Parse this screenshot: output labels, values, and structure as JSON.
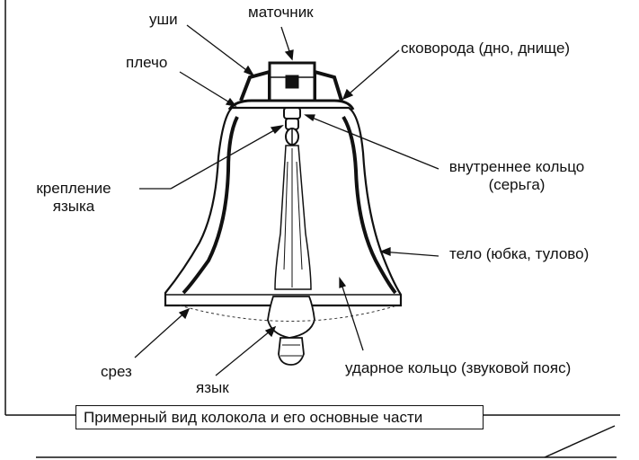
{
  "labels": {
    "ushi": "уши",
    "matochnik": "маточник",
    "plecho": "плечо",
    "skovoroda": "сковорода (дно, днище)",
    "kreplenie_line1": "крепление",
    "kreplenie_line2": "языка",
    "vnutrennee_line1": "внутреннее кольцо",
    "vnutrennee_line2": "(серьга)",
    "telo": "тело (юбка, тулово)",
    "srez": "срез",
    "yazyk": "язык",
    "udarnoe": "ударное кольцо (звуковой пояс)"
  },
  "caption": "Примерный вид колокола и его основные части",
  "colors": {
    "ink": "#111111",
    "bell_fill": "#ffffff"
  }
}
